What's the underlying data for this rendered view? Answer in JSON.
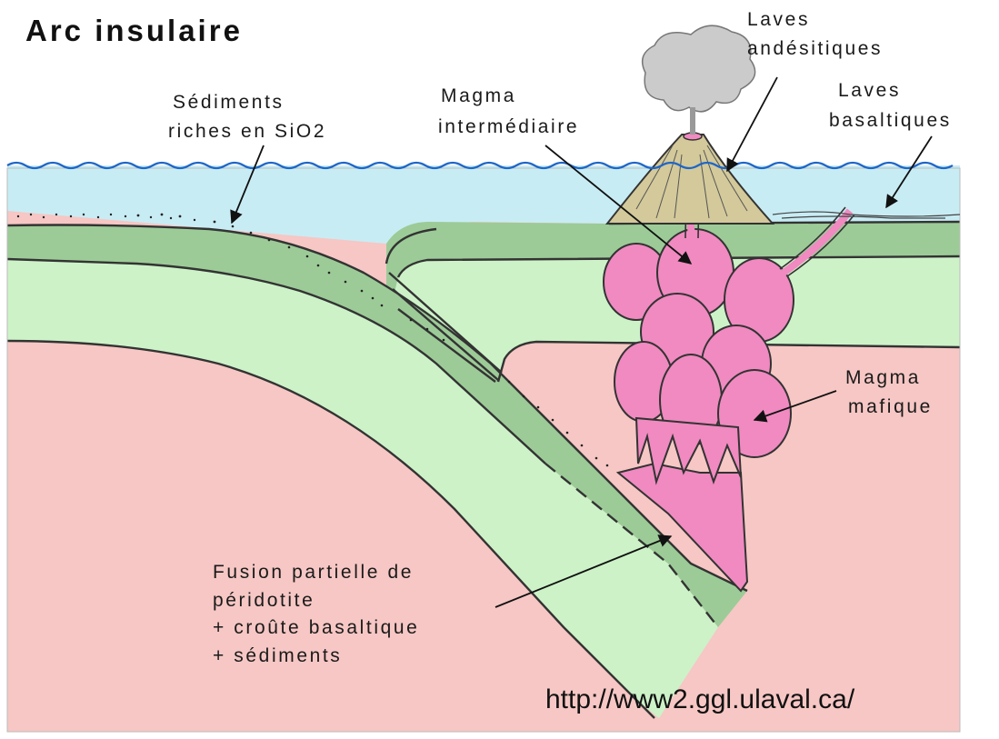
{
  "title": "Arc insulaire",
  "labels": {
    "laves_andesitiques": [
      "Laves",
      "andésitiques"
    ],
    "laves_basaltiques": [
      "Laves",
      "basaltiques"
    ],
    "sediments": [
      "Sédiments",
      "riches en SiO2"
    ],
    "magma_intermediaire": [
      "Magma",
      "intermédiaire"
    ],
    "magma_mafique": [
      "Magma",
      "mafique"
    ],
    "fusion": [
      "Fusion partielle de",
      "péridotite",
      "+ croûte basaltique",
      "+ sédiments"
    ]
  },
  "source_url": "http://www2.ggl.ulaval.ca/",
  "colors": {
    "ocean": "#c8ecf4",
    "mantle": "#f6c7c4",
    "lithosphere": "#cdf2c8",
    "crust": "#9ccb97",
    "magma": "#f08ac0",
    "volcano": "#d3c99a",
    "cloud": "#cbcbcb",
    "wave": "#1e66c8"
  }
}
